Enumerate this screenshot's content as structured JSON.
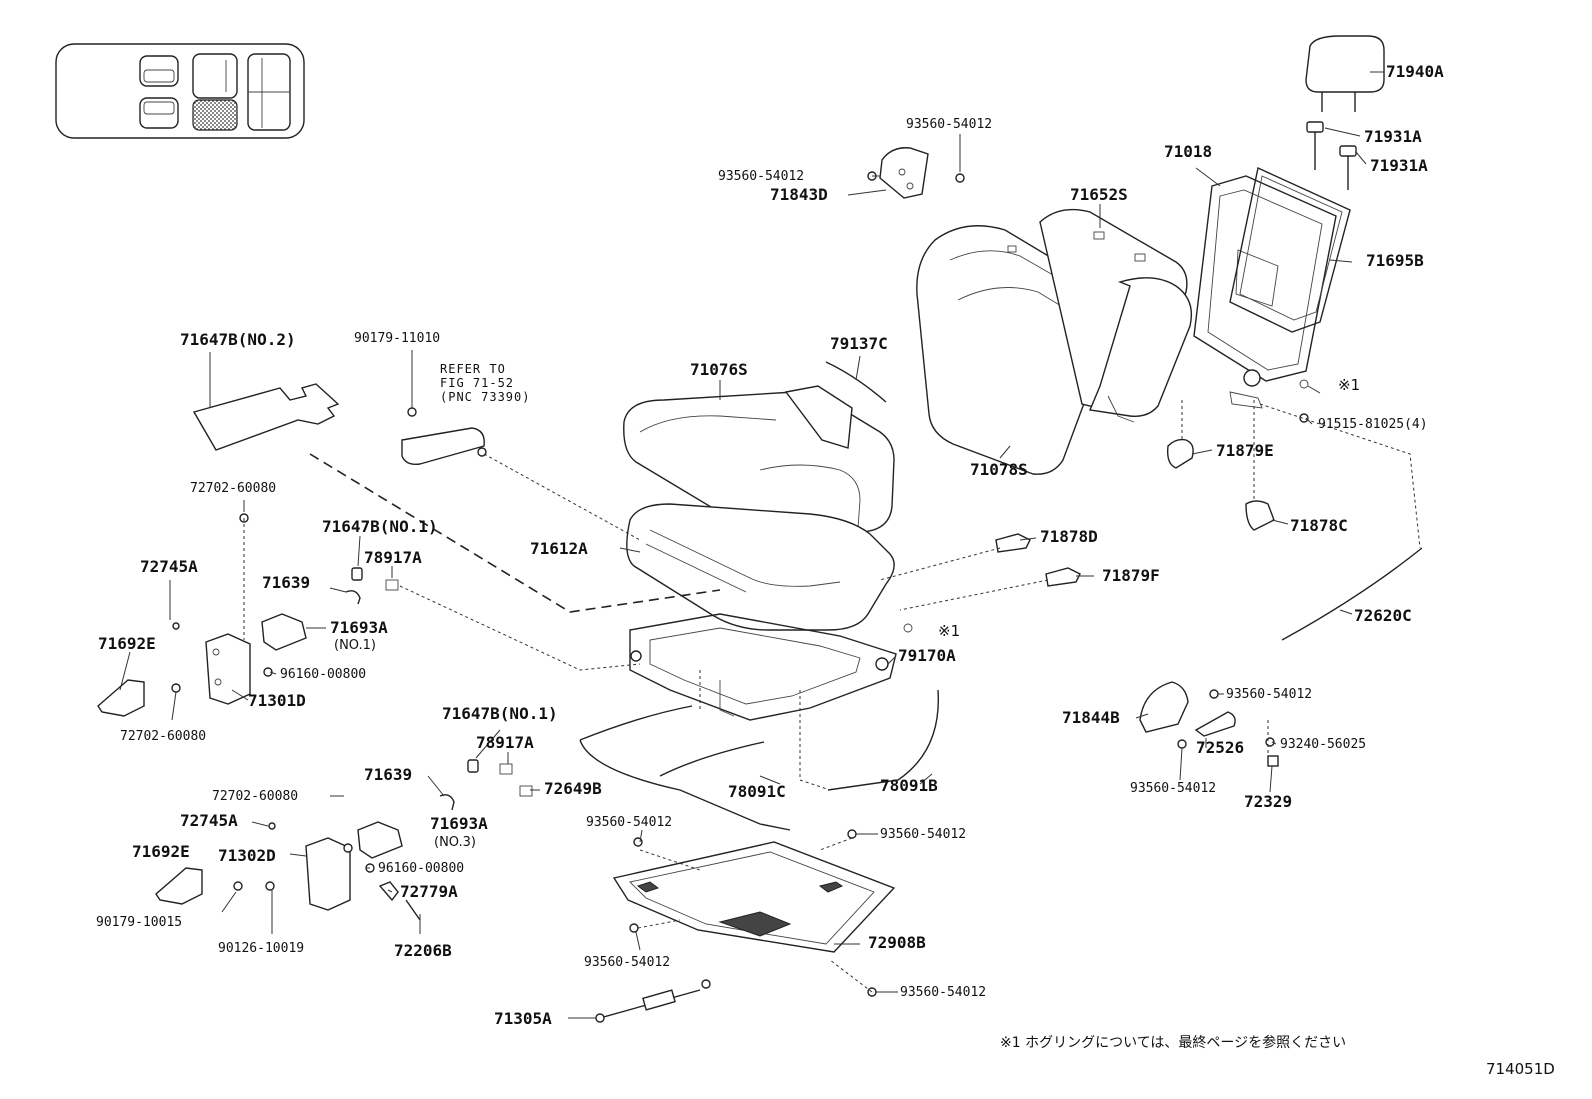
{
  "locator": {
    "seat_icons": [
      "seat-front-left",
      "seat-front-right",
      "seat-middle-left",
      "seat-middle-right-highlighted",
      "seat-rear-left",
      "seat-rear-right"
    ]
  },
  "parts": {
    "p71940A": "71940A",
    "p71931A_1": "71931A",
    "p71931A_2": "71931A",
    "p71018": "71018",
    "p71695B": "71695B",
    "p93560_54012_top": "93560-54012",
    "p93560_54012_left": "93560-54012",
    "p71843D": "71843D",
    "p71652S": "71652S",
    "p71647B_no2": "71647B(NO.2)",
    "p90179_11010": "90179-11010",
    "p79137C": "79137C",
    "p71076S": "71076S",
    "p71078S": "71078S",
    "p91515_81025": "91515-81025(4)",
    "p71879E": "71879E",
    "p71878C": "71878C",
    "p72702_60080_a": "72702-60080",
    "p71647B_no1_a": "71647B(NO.1)",
    "p78917A_a": "78917A",
    "p71612A": "71612A",
    "p71878D": "71878D",
    "p72745A_a": "72745A",
    "p71639_a": "71639",
    "p71879F": "71879F",
    "p71693A_a": "71693A",
    "p71693A_a_sub": "(NO.1)",
    "p71692E_a": "71692E",
    "p96160_00800_a": "96160-00800",
    "p71301D": "71301D",
    "p72702_60080_b": "72702-60080",
    "p79170A": "79170A",
    "p72620C": "72620C",
    "p93560_54012_r1": "93560-54012",
    "p71844B": "71844B",
    "p72526": "72526",
    "p93240_56025": "93240-56025",
    "p93560_54012_r2": "93560-54012",
    "p72329": "72329",
    "p71647B_no1_b": "71647B(NO.1)",
    "p78917A_b": "78917A",
    "p71639_b": "71639",
    "p72649B": "72649B",
    "p78091C": "78091C",
    "p78091B": "78091B",
    "p72702_60080_c": "72702-60080",
    "p72745A_b": "72745A",
    "p71693A_b": "71693A",
    "p71693A_b_sub": "(NO.3)",
    "p71692E_b": "71692E",
    "p71302D": "71302D",
    "p96160_00800_b": "96160-00800",
    "p72779A": "72779A",
    "p90179_10015": "90179-10015",
    "p90126_10019": "90126-10019",
    "p72206B": "72206B",
    "p93560_54012_m1": "93560-54012",
    "p93560_54012_m2": "93560-54012",
    "p72908B": "72908B",
    "p93560_54012_m3": "93560-54012",
    "p93560_54012_m4": "93560-54012",
    "p71305A": "71305A"
  },
  "refer": {
    "line1": "REFER TO",
    "line2": "FIG 71-52",
    "line3": "(PNC 73390)"
  },
  "marks": {
    "m1": "※1",
    "m2": "※1"
  },
  "footnote": "※1  ホグリングについては、最終ページを参照ください",
  "figure_id": "714051D"
}
